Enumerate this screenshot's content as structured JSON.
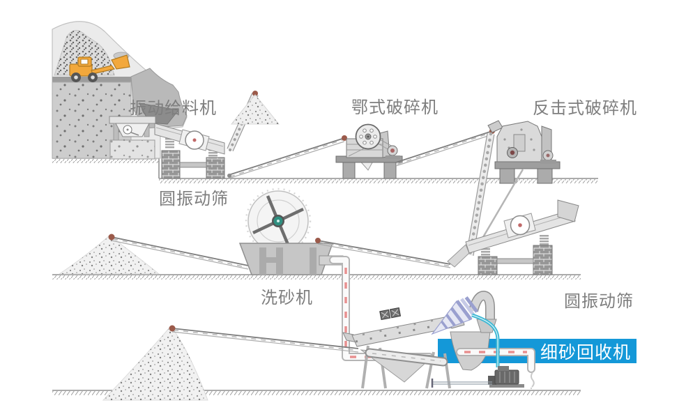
{
  "diagram": {
    "type": "sand-production-line-flow",
    "stages": [
      {
        "id": "vibrating-feeder",
        "label": "振动给料机"
      },
      {
        "id": "circular-vibrating-screen-1",
        "label": "圆振动筛"
      },
      {
        "id": "jaw-crusher",
        "label": "鄂式破碎机"
      },
      {
        "id": "impact-crusher",
        "label": "反击式破碎机"
      },
      {
        "id": "sand-washer",
        "label": "洗砂机"
      },
      {
        "id": "circular-vibrating-screen-2",
        "label": "圆振动筛"
      },
      {
        "id": "fine-sand-recycling-machine",
        "label": "细砂回收机",
        "highlighted": true
      }
    ]
  },
  "colors": {
    "banner_blue": "#1498d8",
    "banner_text": "#ffffff",
    "label_gray": "#7e7e7e",
    "loader_orange": "#f2a83c",
    "flow_indicator_red": "#e89090",
    "hose_cyan": "#3db8d4",
    "cyclone_violet": "#9aa0cf",
    "wheel_hub_teal": "#2f8f80"
  }
}
